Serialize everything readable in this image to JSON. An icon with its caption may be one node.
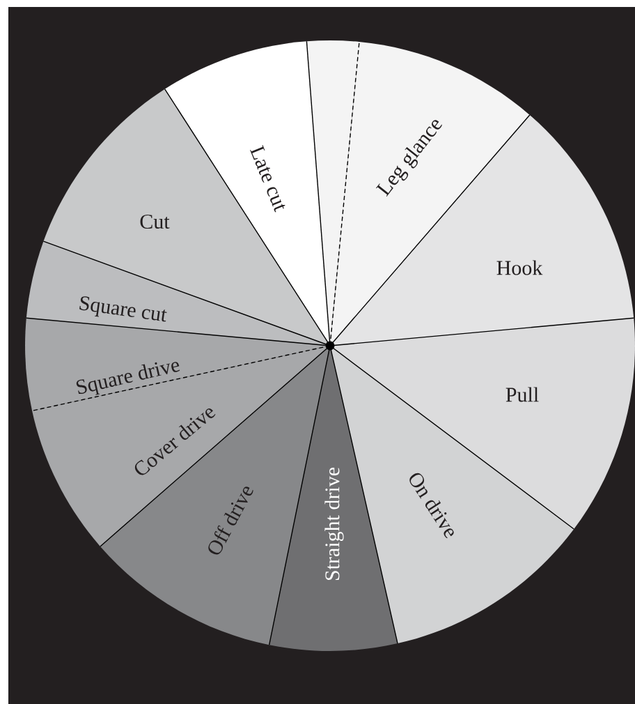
{
  "diagram": {
    "nodes": [
      {
        "text": [
          "Late cut"
        ]
      },
      {
        "text": [],
        "shape": "wedge"
      },
      {
        "text": [
          "Leg glance"
        ]
      },
      {
        "text": [
          "Hook"
        ]
      },
      {
        "text": [
          "Pull"
        ]
      },
      {
        "text": [
          "On drive"
        ]
      },
      {
        "text": [
          "Straight drive"
        ]
      },
      {
        "text": [
          "Off drive"
        ]
      },
      {
        "text": [
          "Cover drive"
        ]
      },
      {
        "text": [
          "Square drive"
        ]
      },
      {
        "text": [
          "Square cut"
        ]
      },
      {
        "text": [
          "Cut"
        ]
      }
    ]
  }
}
